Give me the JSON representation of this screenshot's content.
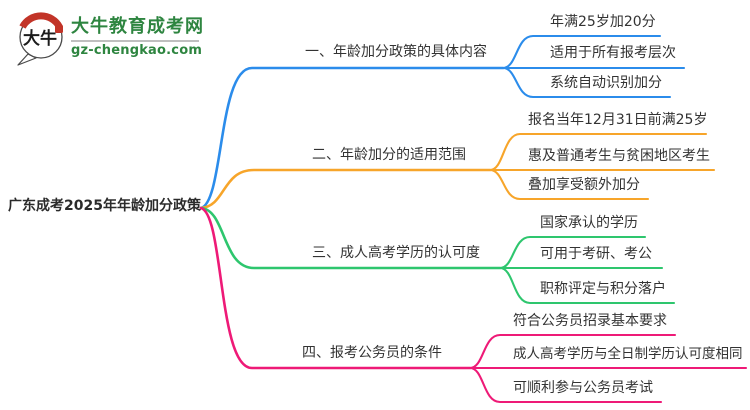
{
  "logo": {
    "site_name": "大牛教育成考网",
    "site_url": "gz-chengkao.com",
    "mark_text": "大牛",
    "brand_color": "#2e8540",
    "mark_red": "#c23428"
  },
  "root": {
    "label": "广东成考2025年年龄加分政策"
  },
  "branches": [
    {
      "label": "一、年龄加分政策的具体内容",
      "color": "#2b8ceb",
      "children": [
        "年满25岁加20分",
        "适用于所有报考层次",
        "系统自动识别加分"
      ]
    },
    {
      "label": "二、年龄加分的适用范围",
      "color": "#f7a52a",
      "children": [
        "报名当年12月31日前满25岁",
        "惠及普通考生与贫困地区考生",
        "叠加享受额外加分"
      ]
    },
    {
      "label": "三、成人高考学历的认可度",
      "color": "#2ec66e",
      "children": [
        "国家承认的学历",
        "可用于考研、考公",
        "职称评定与积分落户"
      ]
    },
    {
      "label": "四、报考公务员的条件",
      "color": "#ee1a77",
      "children": [
        "符合公务员招录基本要求",
        "成人高考学历与全日制学历认可度相同",
        "可顺利参与公务员考试"
      ]
    }
  ]
}
